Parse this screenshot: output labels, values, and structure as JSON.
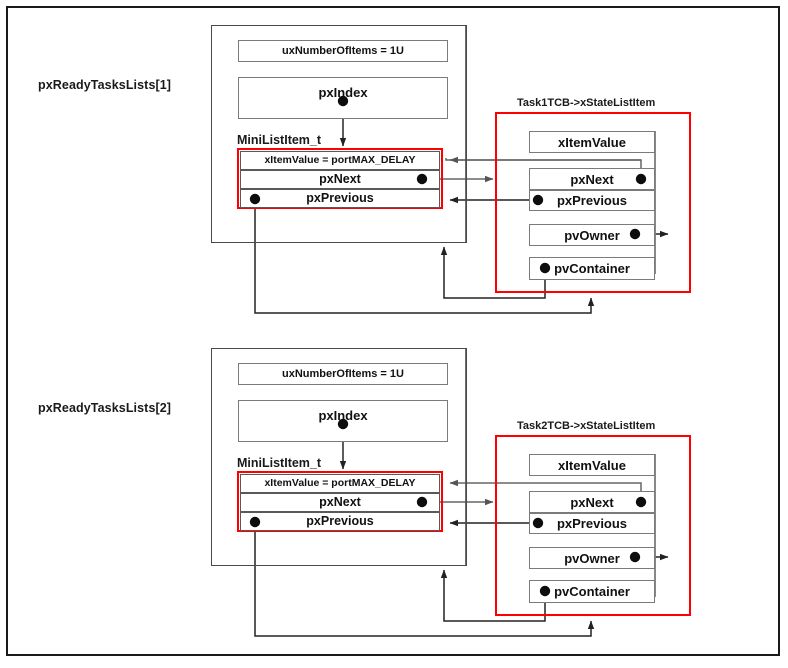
{
  "diagram": {
    "title_hidden": "",
    "colors": {
      "accent_red": "#ff0000",
      "box_border": "#7b7b7b",
      "frame": "#1a1a1a",
      "line": "#333333"
    }
  },
  "blocks": [
    {
      "list_label": "pxReadyTasksLists[1]",
      "count_field": "uxNumberOfItems = 1U",
      "index_field": "pxIndex",
      "mini_type_label": "MiniListItem_t",
      "mini_rows": [
        {
          "label": "xItemValue = portMAX_DELAY"
        },
        {
          "label": "pxNext"
        },
        {
          "label": "pxPrevious"
        }
      ],
      "tcb_title": "Task1TCB->xStateListItem",
      "tcb_rows": [
        {
          "label": "xItemValue"
        },
        {
          "label": "pxNext"
        },
        {
          "label": "pxPrevious"
        },
        {
          "label": "pvOwner"
        },
        {
          "label": "pvContainer"
        }
      ]
    },
    {
      "list_label": "pxReadyTasksLists[2]",
      "count_field": "uxNumberOfItems = 1U",
      "index_field": "pxIndex",
      "mini_type_label": "MiniListItem_t",
      "mini_rows": [
        {
          "label": "xItemValue = portMAX_DELAY"
        },
        {
          "label": "pxNext"
        },
        {
          "label": "pxPrevious"
        }
      ],
      "tcb_title": "Task2TCB->xStateListItem",
      "tcb_rows": [
        {
          "label": "xItemValue"
        },
        {
          "label": "pxNext"
        },
        {
          "label": "pxPrevious"
        },
        {
          "label": "pvOwner"
        },
        {
          "label": "pvContainer"
        }
      ]
    }
  ]
}
